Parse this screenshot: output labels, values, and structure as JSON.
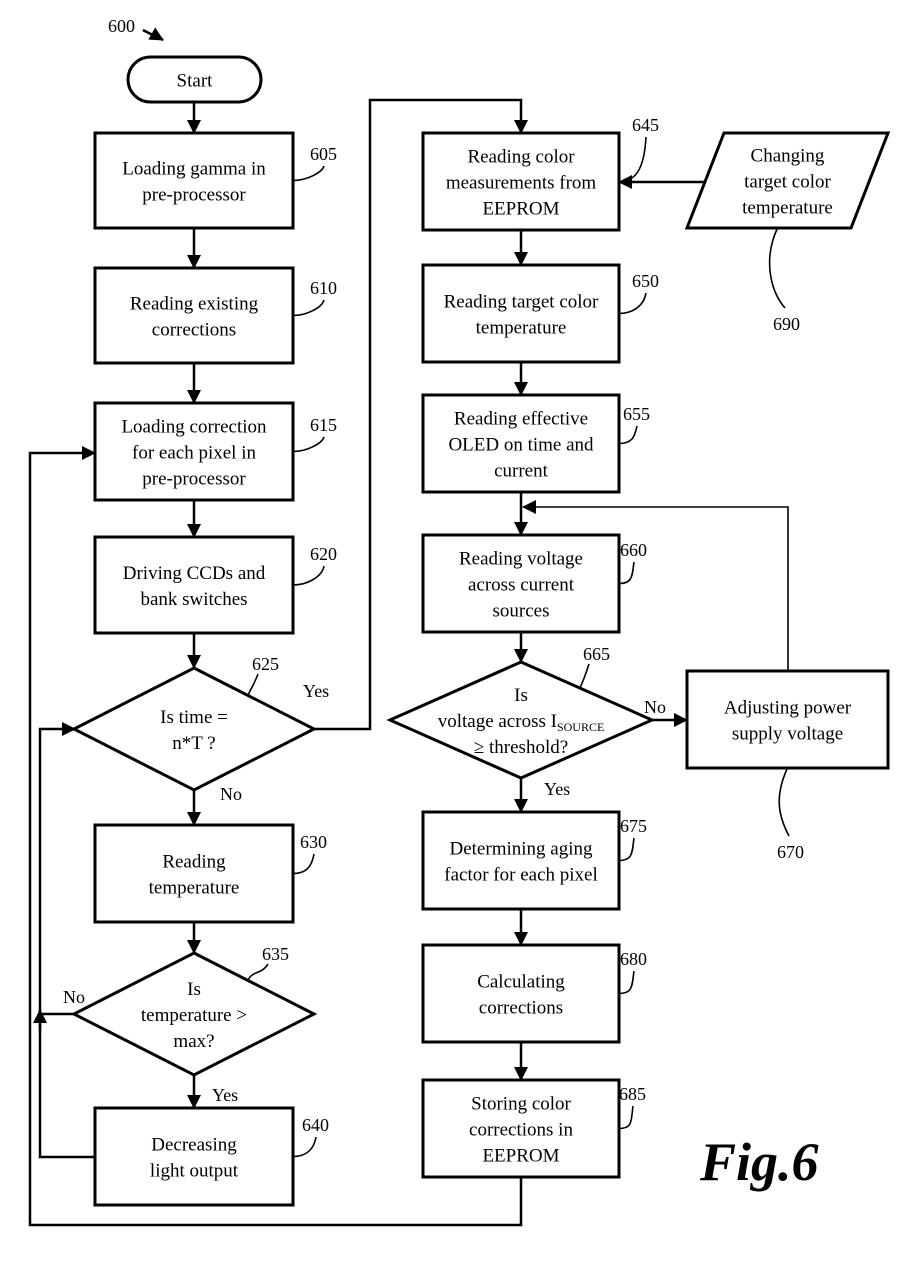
{
  "figure": {
    "title": "Fig.6",
    "reference": "600"
  },
  "nodes": {
    "start": {
      "ref": "",
      "type": "terminator",
      "lines": [
        "Start"
      ]
    },
    "n605": {
      "ref": "605",
      "type": "process",
      "lines": [
        "Loading gamma in",
        "pre-processor"
      ]
    },
    "n610": {
      "ref": "610",
      "type": "process",
      "lines": [
        "Reading existing",
        "corrections"
      ]
    },
    "n615": {
      "ref": "615",
      "type": "process",
      "lines": [
        "Loading correction",
        "for each pixel in",
        "pre-processor"
      ]
    },
    "n620": {
      "ref": "620",
      "type": "process",
      "lines": [
        "Driving CCDs and",
        "bank switches"
      ]
    },
    "n625": {
      "ref": "625",
      "type": "decision",
      "lines": [
        "Is time =",
        "n*T ?"
      ]
    },
    "n630": {
      "ref": "630",
      "type": "process",
      "lines": [
        "Reading",
        "temperature"
      ]
    },
    "n635": {
      "ref": "635",
      "type": "decision",
      "lines": [
        "Is",
        "temperature >",
        "max?"
      ]
    },
    "n640": {
      "ref": "640",
      "type": "process",
      "lines": [
        "Decreasing",
        "light output"
      ]
    },
    "n645": {
      "ref": "645",
      "type": "process",
      "lines": [
        "Reading color",
        "measurements from",
        "EEPROM"
      ]
    },
    "n650": {
      "ref": "650",
      "type": "process",
      "lines": [
        "Reading target color",
        "temperature"
      ]
    },
    "n655": {
      "ref": "655",
      "type": "process",
      "lines": [
        "Reading effective",
        "OLED on time and",
        "current"
      ]
    },
    "n660": {
      "ref": "660",
      "type": "process",
      "lines": [
        "Reading voltage",
        "across current",
        "sources"
      ]
    },
    "n665": {
      "ref": "665",
      "type": "decision",
      "lines": [
        "Is",
        "voltage across I",
        "≥ threshold?"
      ],
      "subscript": "SOURCE"
    },
    "n670": {
      "ref": "670",
      "type": "process",
      "lines": [
        "Adjusting power",
        "supply voltage"
      ]
    },
    "n675": {
      "ref": "675",
      "type": "process",
      "lines": [
        "Determining aging",
        "factor for each pixel"
      ]
    },
    "n680": {
      "ref": "680",
      "type": "process",
      "lines": [
        "Calculating",
        "corrections"
      ]
    },
    "n685": {
      "ref": "685",
      "type": "process",
      "lines": [
        "Storing color",
        "corrections in",
        "EEPROM"
      ]
    },
    "n690": {
      "ref": "690",
      "type": "input",
      "lines": [
        "Changing",
        "target color",
        "temperature"
      ]
    }
  },
  "edge_labels": {
    "n625_yes": "Yes",
    "n625_no": "No",
    "n635_no": "No",
    "n635_yes": "Yes",
    "n665_no": "No",
    "n665_yes": "Yes"
  }
}
